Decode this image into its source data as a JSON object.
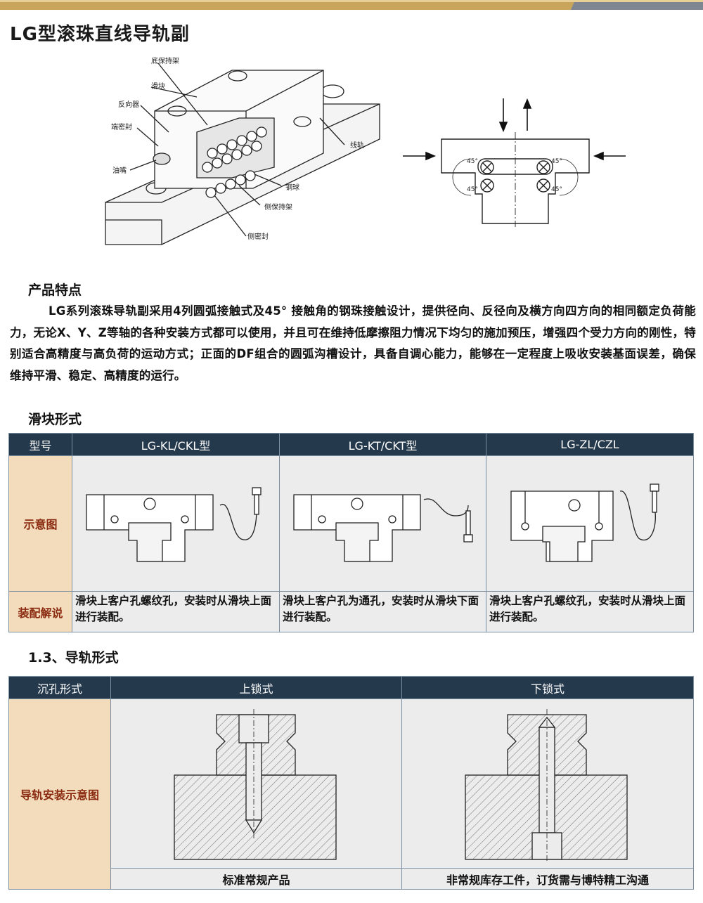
{
  "title": "LG型滚珠直线导轨副",
  "diagram_labels": {
    "cage_bottom": "底保持架",
    "slider": "滑块",
    "reverser": "反向器",
    "end_seal": "端密封",
    "grease_nipple": "油嘴",
    "rail": "线轨",
    "ball": "钢球",
    "side_cage": "侧保持架",
    "side_seal": "侧密封",
    "angle": "45°"
  },
  "features": {
    "heading": "产品特点",
    "text": "LG系列滚珠导轨副采用4列圆弧接触式及45° 接触角的钢珠接触设计，提供径向、反径向及横方向四方向的相同额定负荷能力，无论X、Y、Z等轴的各种安装方式都可以使用，并且可在维持低摩擦阻力情况下均匀的施加预压，增强四个受力方向的刚性，特别适合高精度与高负荷的运动方式；正面的DF组合的圆弧沟槽设计，具备自调心能力，能够在一定程度上吸收安装基面误差，确保维持平滑、稳定、高精度的运行。"
  },
  "slider_forms": {
    "heading": "滑块形式",
    "header_label": "型号",
    "columns": [
      "LG-KL/CKL型",
      "LG-KT/CKT型",
      "LG-ZL/CZL"
    ],
    "row_diagram_label": "示意图",
    "row_note_label": "装配解说",
    "notes": [
      "滑块上客户孔螺纹孔，安装时从滑块上面进行装配。",
      "滑块上客户孔为通孔，安装时从滑块下面进行装配。",
      "滑块上客户孔螺纹孔，安装时从滑块上面进行装配。"
    ]
  },
  "rail_forms": {
    "heading": "1.3、导轨形式",
    "header_label": "沉孔形式",
    "columns": [
      "上锁式",
      "下锁式"
    ],
    "row_label": "导轨安装示意图",
    "captions": [
      "标准常规产品",
      "非常规库存工件，订货需与博特精工沟通"
    ]
  },
  "colors": {
    "header_bg": "#25394d",
    "rowhead_bg": "#f3dcbb",
    "rowhead_text": "#8a2a10",
    "top_bar_gold": "#c9a55c",
    "top_bar_gray": "#7e8791"
  }
}
